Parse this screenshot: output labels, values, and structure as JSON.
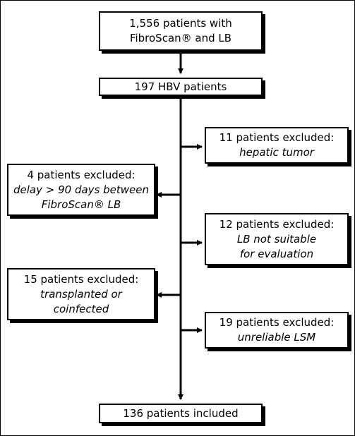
{
  "boxes": {
    "start": {
      "line1": "1,556 patients with",
      "line2": "FibroScan® and LB"
    },
    "hbv": {
      "line1": "197 HBV patients"
    },
    "excl_tumor": {
      "line1": "11 patients excluded:",
      "line2": "hepatic tumor"
    },
    "excl_delay": {
      "line1": "4 patients excluded:",
      "line2": "delay > 90 days between",
      "line3": "FibroScan® LB"
    },
    "excl_lb": {
      "line1": "12 patients excluded:",
      "line2": "LB not suitable",
      "line3": "for evaluation"
    },
    "excl_transplant": {
      "line1": "15 patients excluded:",
      "line2": "transplanted or",
      "line3": "coinfected"
    },
    "excl_lsm": {
      "line1": "19 patients excluded:",
      "line2": "unreliable LSM"
    },
    "included": {
      "line1": "136 patients included"
    }
  }
}
